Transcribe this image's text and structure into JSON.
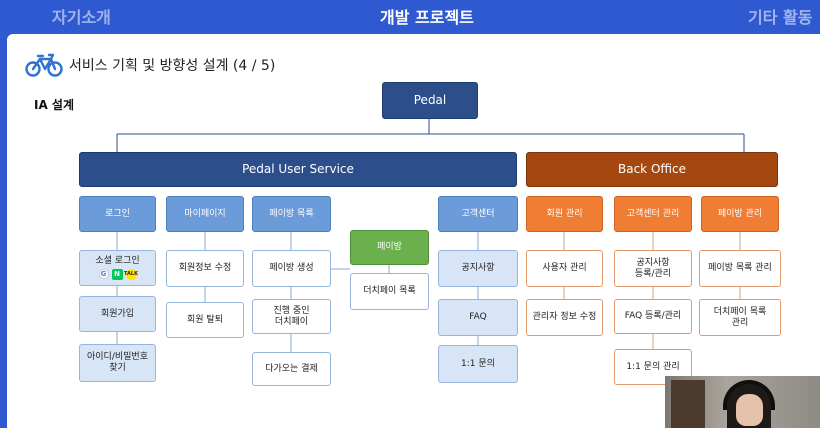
{
  "nav": {
    "left": "자기소개",
    "center": "개발 프로젝트",
    "right": "기타 활동"
  },
  "slide": {
    "title": "서비스 기획 및 방향성 설계 (4 / 5)",
    "section": "IA 설계"
  },
  "ia": {
    "root": "Pedal",
    "user_service": "Pedal User Service",
    "back_office": "Back Office",
    "login": {
      "header": "로그인",
      "social": "소셜 로그인",
      "signup": "회원가입",
      "find": "아이디/비밀번호\n찾기"
    },
    "mypage": {
      "header": "마이페이지",
      "edit": "회원정보 수정",
      "withdraw": "회원 탈퇴"
    },
    "payroom_list": {
      "header": "페이방 목록",
      "create": "페이방 생성",
      "ongoing": "진행 중인\n더치페이",
      "upcoming": "다가오는 결제"
    },
    "payroom": {
      "header": "페이방",
      "dutch_list": "더치페이 목록"
    },
    "cs": {
      "header": "고객센터",
      "notice": "공지사항",
      "faq": "FAQ",
      "inquiry": "1:1 문의"
    },
    "member_mgmt": {
      "header": "회원 관리",
      "user": "사용자 관리",
      "admin": "관리자 정보 수정"
    },
    "cs_mgmt": {
      "header": "고객센터 관리",
      "notice": "공지사항\n등록/관리",
      "faq": "FAQ 등록/관리",
      "inquiry": "1:1 문의 관리"
    },
    "payroom_mgmt": {
      "header": "페이방 관리",
      "list": "페이방 목록 관리",
      "dutch": "더치페이 목록\n관리"
    }
  },
  "icons": {
    "bike": "bicycle-icon",
    "google": "G",
    "naver": "N",
    "kakao": "TALK"
  },
  "colors": {
    "nav": "#2f59d0",
    "dark_blue": "#2c4f8c",
    "dark_orange": "#a4480f",
    "mid_blue": "#6b9bd8",
    "orange": "#ef7d33",
    "green": "#6ab04c"
  }
}
